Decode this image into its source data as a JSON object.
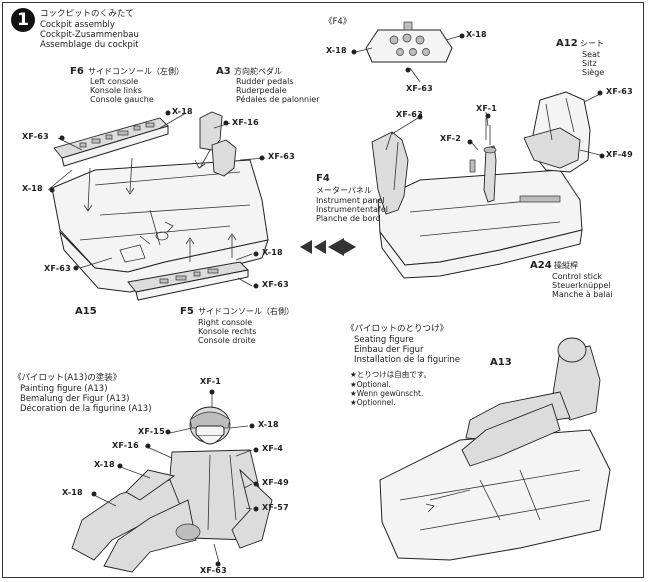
{
  "step": {
    "number": "1",
    "title_jp": "コックピットのくみたて",
    "title_en": "Cockpit assembly",
    "title_de": "Cockpit-Zusammenbau",
    "title_fr": "Assemblage du cockpit"
  },
  "left_assembly": {
    "f6_part": "F6",
    "f6_jp": "サイドコンソール（左側）",
    "f6_en": "Left console",
    "f6_de": "Konsole links",
    "f6_fr": "Console gauche",
    "a3_part": "A3",
    "a3_jp": "方向舵ペダル",
    "a3_en": "Rudder pedals",
    "a3_de": "Ruderpedale",
    "a3_fr": "Pédales de palonnier",
    "a15_part": "A15",
    "f5_part": "F5",
    "f5_jp": "サイドコンソール（右側）",
    "f5_en": "Right console",
    "f5_de": "Konsole rechts",
    "f5_fr": "Console droite",
    "codes": {
      "x18_top": "X-18",
      "xf63_left": "XF-63",
      "x18_left": "X-18",
      "xf16": "XF-16",
      "xf63_right": "XF-63",
      "x18_bottom": "X-18",
      "xf63_bottom_right": "XF-63",
      "xf63_bottom_left": "XF-63"
    }
  },
  "f4_detail": {
    "label": "《F4》",
    "x18_left": "X-18",
    "x18_right": "X-18",
    "xf63": "XF-63"
  },
  "right_assembly": {
    "a12_part": "A12",
    "a12_jp": "シート",
    "a12_en": "Seat",
    "a12_de": "Sitz",
    "a12_fr": "Siège",
    "f4_part": "F4",
    "f4_jp": "メーターパネル",
    "f4_en": "Instrument panel",
    "f4_de": "Instrumententafel",
    "f4_fr": "Planche de bord",
    "a24_part": "A24",
    "a24_jp": "操縦桿",
    "a24_en": "Control stick",
    "a24_de": "Steuerknüppel",
    "a24_fr": "Manche à balai",
    "codes": {
      "xf63_top": "XF-63",
      "xf1": "XF-1",
      "xf2": "XF-2",
      "xf63_seat": "XF-63",
      "xf49": "XF-49"
    }
  },
  "painting": {
    "title_jp": "《パイロット(A13)の塗装》",
    "title_en": "Painting figure (A13)",
    "title_de": "Bemalung der Figur (A13)",
    "title_fr": "Décoration de la figurine (A13)",
    "codes": {
      "xf1": "XF-1",
      "xf15": "XF-15",
      "x18_a": "X-18",
      "xf16": "XF-16",
      "xf4": "XF-4",
      "x18_b": "X-18",
      "xf49": "XF-49",
      "x18_c": "X-18",
      "xf57": "XF-57",
      "xf63": "XF-63"
    }
  },
  "seating": {
    "title_jp": "《パイロットのとりつけ》",
    "title_en": "Seating figure",
    "title_de": "Einbau der Figur",
    "title_fr": "Installation de la figurine",
    "opt_jp": "★とりつけは自由です。",
    "opt_en": "★Optional.",
    "opt_de": "★Wenn gewünscht.",
    "opt_fr": "★Optionnel.",
    "a13_part": "A13"
  }
}
